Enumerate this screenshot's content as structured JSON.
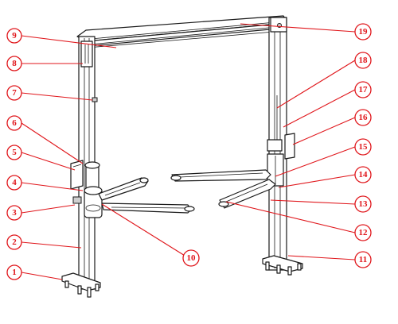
{
  "callouts": [
    {
      "id": "callout-1",
      "number": "1"
    },
    {
      "id": "callout-2",
      "number": "2"
    },
    {
      "id": "callout-3",
      "number": "3"
    },
    {
      "id": "callout-4",
      "number": "4"
    },
    {
      "id": "callout-5",
      "number": "5"
    },
    {
      "id": "callout-6",
      "number": "6"
    },
    {
      "id": "callout-7",
      "number": "7"
    },
    {
      "id": "callout-8",
      "number": "8"
    },
    {
      "id": "callout-9",
      "number": "9"
    },
    {
      "id": "callout-10",
      "number": "10"
    },
    {
      "id": "callout-11",
      "number": "11"
    },
    {
      "id": "callout-12",
      "number": "12"
    },
    {
      "id": "callout-13",
      "number": "13"
    },
    {
      "id": "callout-14",
      "number": "14"
    },
    {
      "id": "callout-15",
      "number": "15"
    },
    {
      "id": "callout-16",
      "number": "16"
    },
    {
      "id": "callout-17",
      "number": "17"
    },
    {
      "id": "callout-18",
      "number": "18"
    },
    {
      "id": "callout-19",
      "number": "19"
    }
  ],
  "colors": {
    "callout": "#e0161b",
    "line": "#1a1a1a"
  }
}
